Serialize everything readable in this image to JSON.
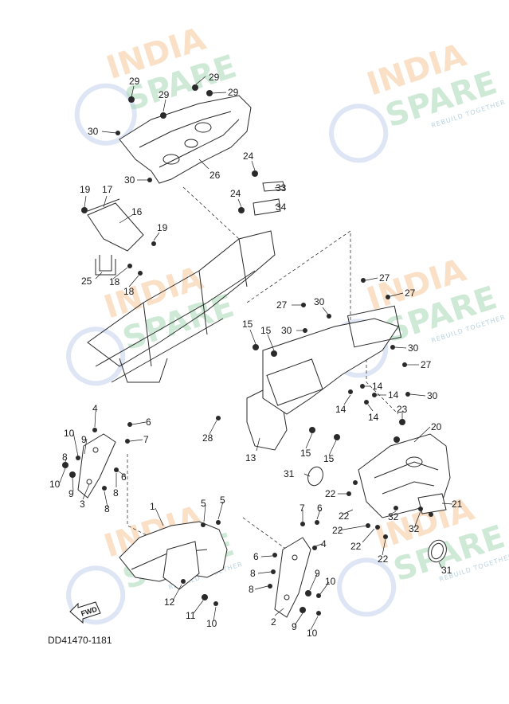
{
  "diagram_code": "DD41470-1181",
  "fwd_label": "FWD",
  "watermark": {
    "line1": "INDIA",
    "line2": "SPARE",
    "tagline": "REBUILD TOGETHER",
    "color_orange": "#f6c89a",
    "color_green": "#a8d8b8",
    "color_blue": "#c8d4ec"
  },
  "callouts": [
    "1",
    "2",
    "3",
    "4",
    "5",
    "6",
    "7",
    "8",
    "9",
    "10",
    "11",
    "12",
    "13",
    "14",
    "15",
    "16",
    "17",
    "18",
    "19",
    "20",
    "21",
    "22",
    "23",
    "24",
    "25",
    "26",
    "27",
    "28",
    "29",
    "30",
    "31",
    "32",
    "33",
    "34"
  ]
}
